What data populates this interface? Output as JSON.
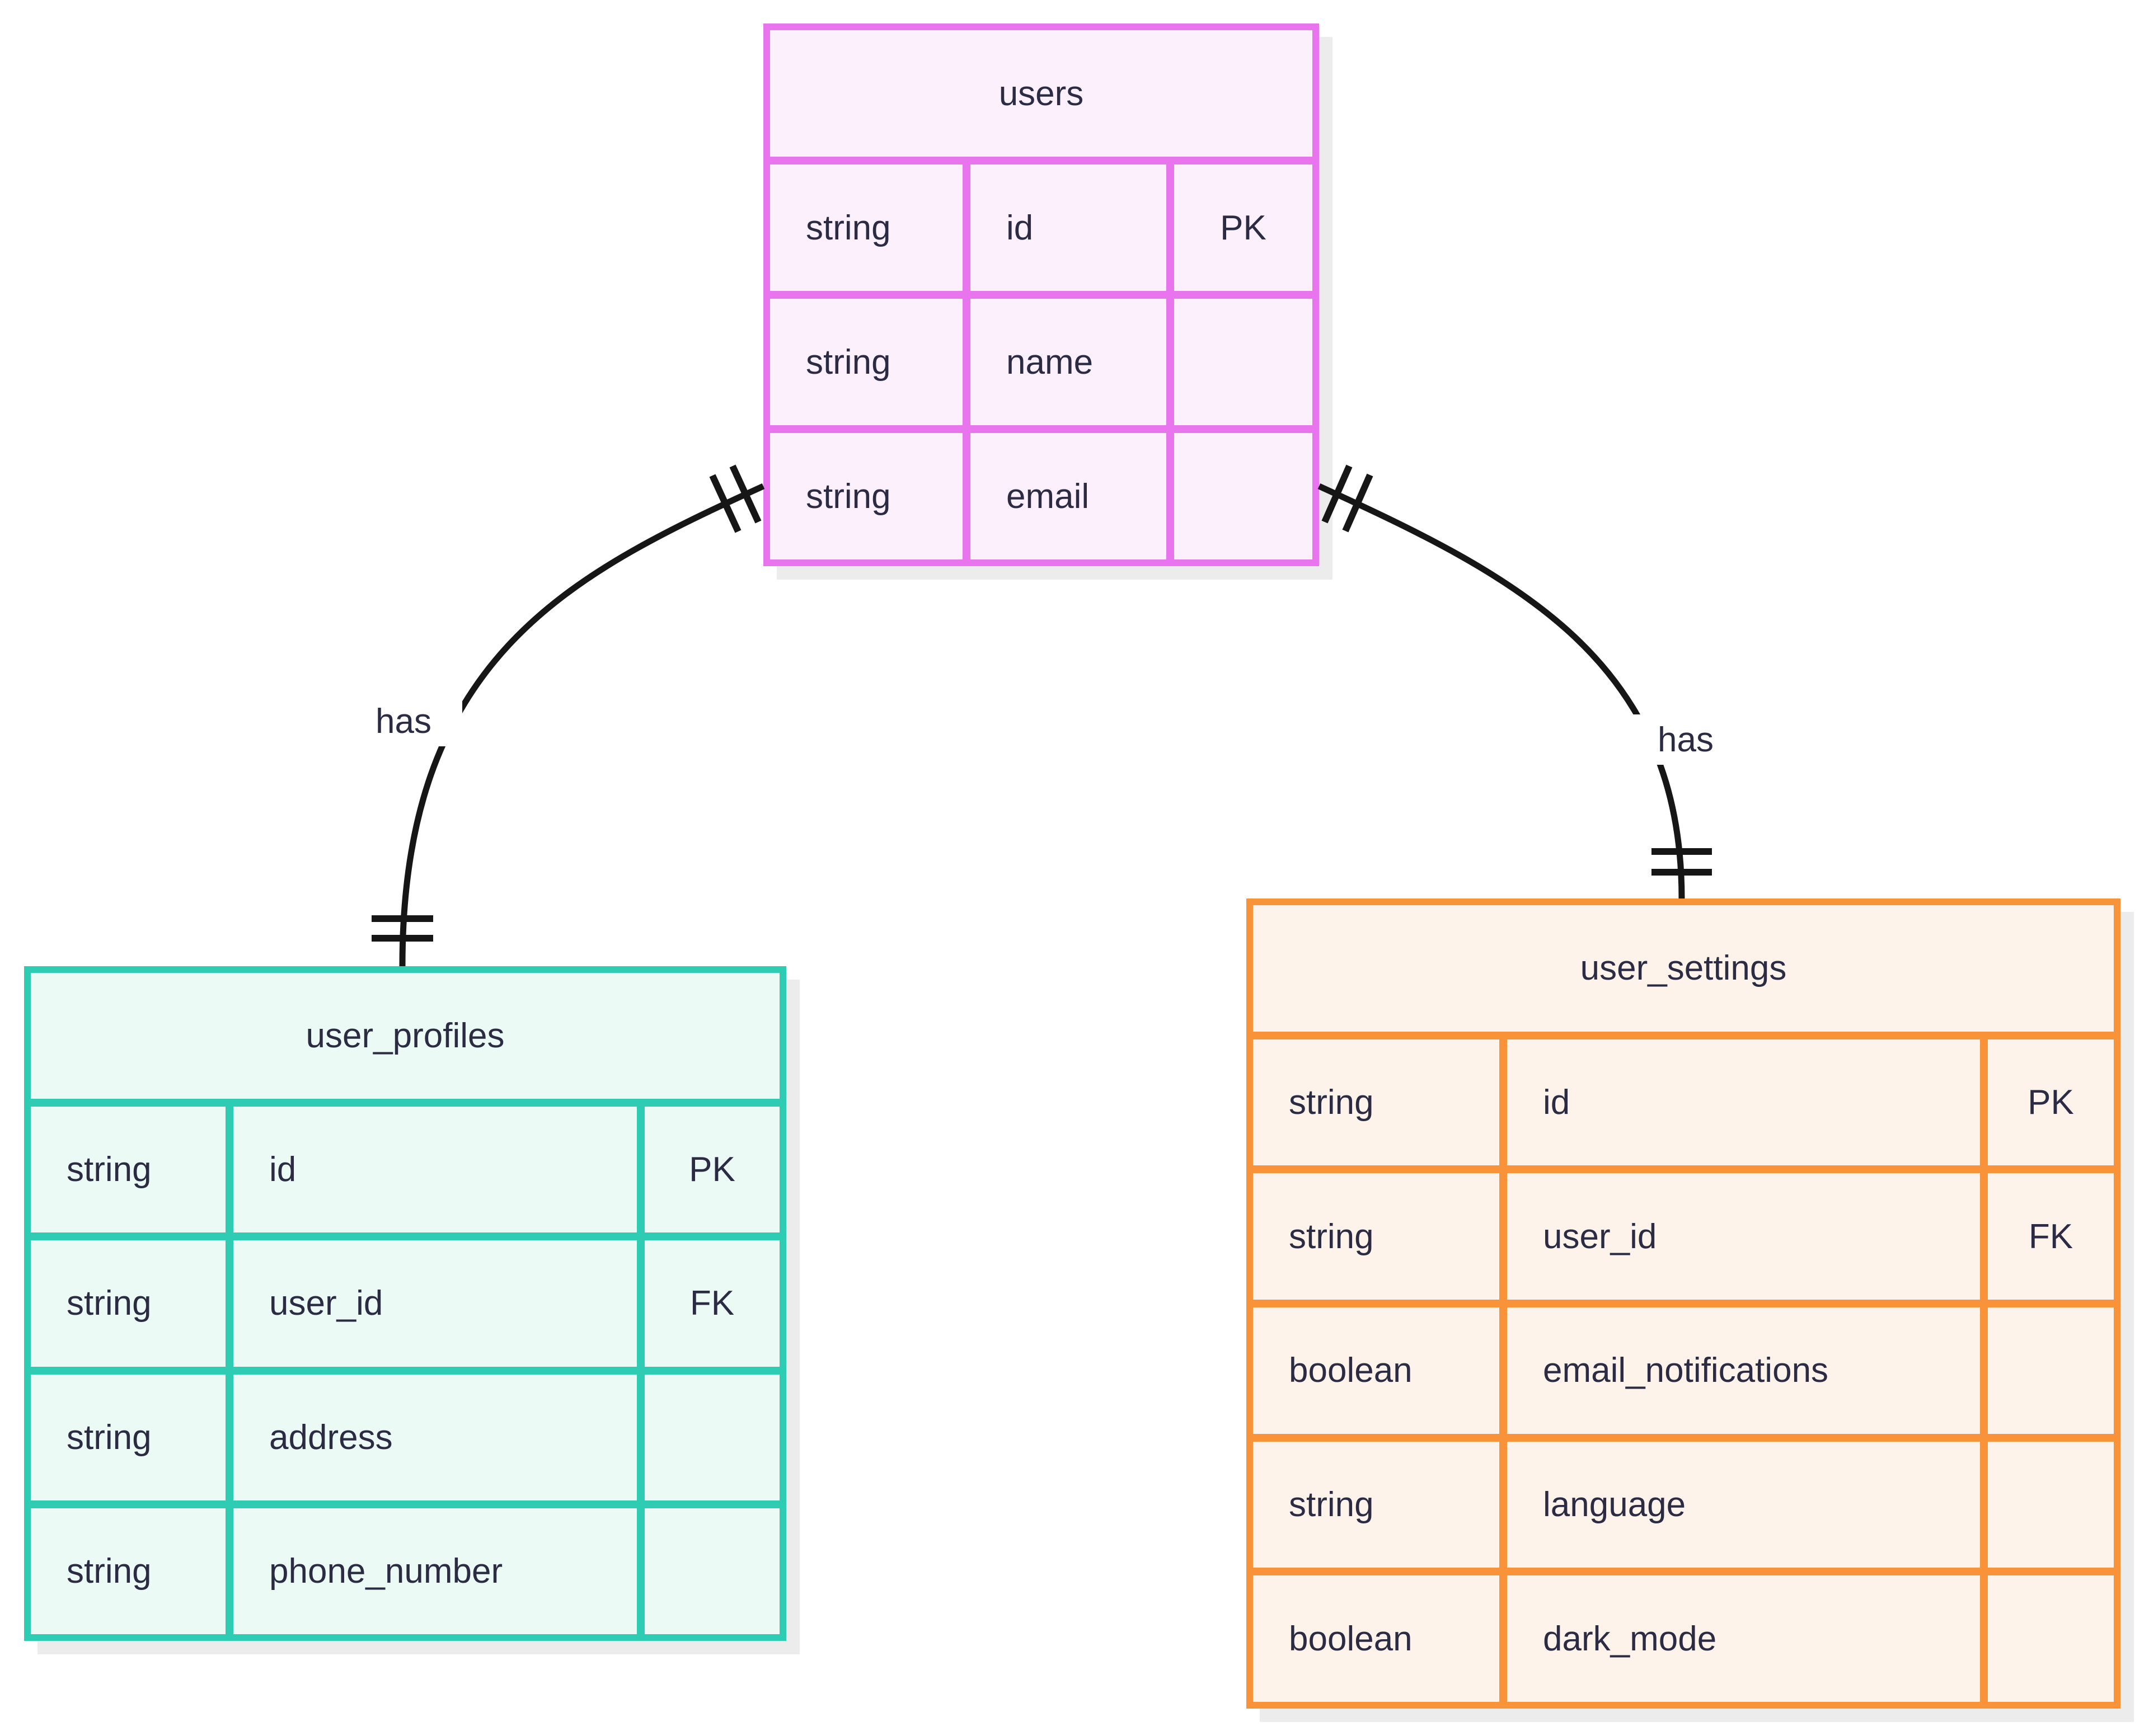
{
  "diagram": {
    "type": "entity-relationship-diagram",
    "background_color": "#ffffff",
    "line_color": "#161616",
    "text_color": "#2b2b44",
    "shadow_color": "#ececec",
    "entities": [
      {
        "name": "users",
        "border_color": "#e874ee",
        "fill_color": "#fcf0fc",
        "rows": [
          {
            "type": "string",
            "name": "id",
            "key": "PK"
          },
          {
            "type": "string",
            "name": "name",
            "key": ""
          },
          {
            "type": "string",
            "name": "email",
            "key": ""
          }
        ]
      },
      {
        "name": "user_profiles",
        "border_color": "#2ecdb3",
        "fill_color": "#ecfaf6",
        "rows": [
          {
            "type": "string",
            "name": "id",
            "key": "PK"
          },
          {
            "type": "string",
            "name": "user_id",
            "key": "FK"
          },
          {
            "type": "string",
            "name": "address",
            "key": ""
          },
          {
            "type": "string",
            "name": "phone_number",
            "key": ""
          }
        ]
      },
      {
        "name": "user_settings",
        "border_color": "#f8933a",
        "fill_color": "#fdf3ea",
        "rows": [
          {
            "type": "string",
            "name": "id",
            "key": "PK"
          },
          {
            "type": "string",
            "name": "user_id",
            "key": "FK"
          },
          {
            "type": "boolean",
            "name": "email_notifications",
            "key": ""
          },
          {
            "type": "string",
            "name": "language",
            "key": ""
          },
          {
            "type": "boolean",
            "name": "dark_mode",
            "key": ""
          }
        ]
      }
    ],
    "relationships": [
      {
        "from": "users",
        "to": "user_profiles",
        "label": "has",
        "cardinality": "exactly-one to exactly-one"
      },
      {
        "from": "users",
        "to": "user_settings",
        "label": "has",
        "cardinality": "exactly-one to exactly-one"
      }
    ]
  }
}
